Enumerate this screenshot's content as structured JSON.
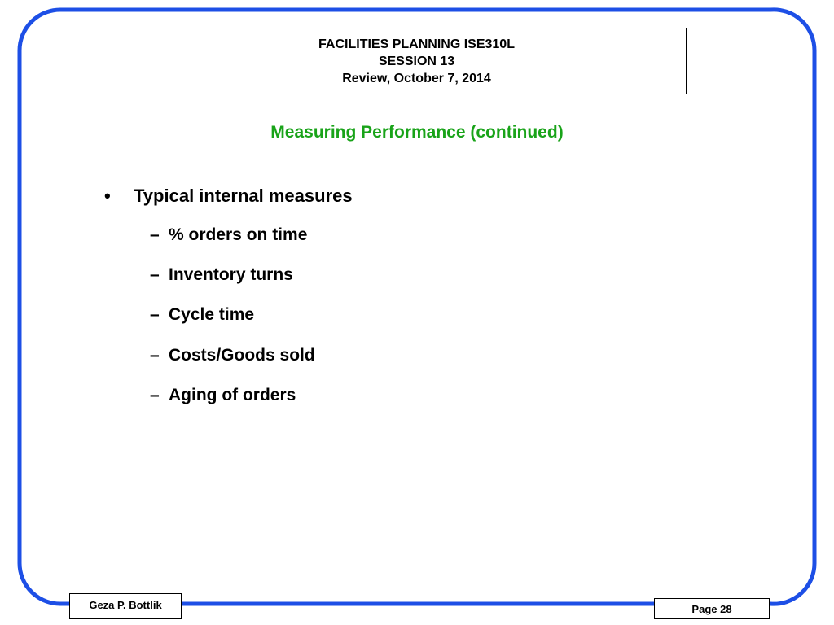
{
  "header": {
    "line1": "FACILITIES PLANNING ISE310L",
    "line2": "SESSION 13",
    "line3": "Review, October 7, 2014"
  },
  "heading": "Measuring Performance (continued)",
  "bullets": {
    "main": "Typical internal measures",
    "sub": [
      "% orders on time",
      "Inventory turns",
      "Cycle time",
      "Costs/Goods sold",
      "Aging of orders"
    ]
  },
  "footer": {
    "author": "Geza P. Bottlik",
    "page": "Page 28"
  },
  "colors": {
    "frame": "#1d4fe6",
    "heading": "#19a319"
  }
}
